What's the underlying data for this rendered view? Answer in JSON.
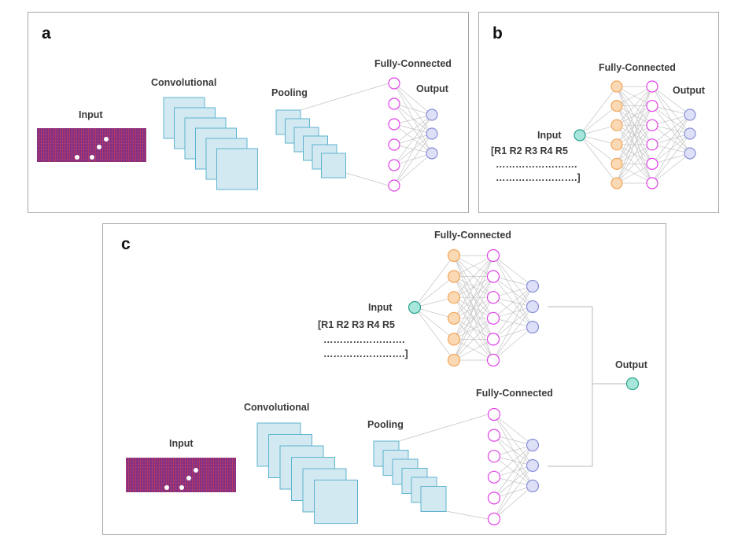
{
  "panels": {
    "a": {
      "tag": "a",
      "input_label": "Input",
      "conv_label": "Convolutional",
      "pool_label": "Pooling",
      "fc_label": "Fully-Connected",
      "output_label": "Output"
    },
    "b": {
      "tag": "b",
      "fc_label": "Fully-Connected",
      "input_label": "Input",
      "output_label": "Output",
      "sequence_line1": "[R1 R2 R3 R4 R5",
      "sequence_line2": "…………………….",
      "sequence_line3": "…………………….]"
    },
    "c": {
      "tag": "c",
      "fc_top_label": "Fully-Connected",
      "input_top_label": "Input",
      "sequence_line1": "[R1 R2 R3 R4 R5",
      "sequence_line2": "…………………….",
      "sequence_line3": "…………………….]",
      "output_label": "Output",
      "fc_bottom_label": "Fully-Connected",
      "conv_label": "Convolutional",
      "pool_label": "Pooling",
      "input_bottom_label": "Input"
    }
  },
  "colors": {
    "panel_border": "#a6a6a6",
    "feature_map_fill": "#d3e9f1",
    "feature_map_stroke": "#5eb3cf",
    "fc_neuron_pink": "#e040e8",
    "fc_neuron_orange_fill": "#fbd9b5",
    "fc_neuron_orange_stroke": "#f2a65a",
    "output_neuron_fill": "#dde0f6",
    "output_neuron_stroke": "#8a90d8",
    "input_neuron_fill": "#a8e6dc",
    "input_neuron_stroke": "#2aa38c",
    "input_image_purple": "#7a2f8a",
    "input_image_red": "#c0395a",
    "connection_line": "#c4c4c4"
  }
}
